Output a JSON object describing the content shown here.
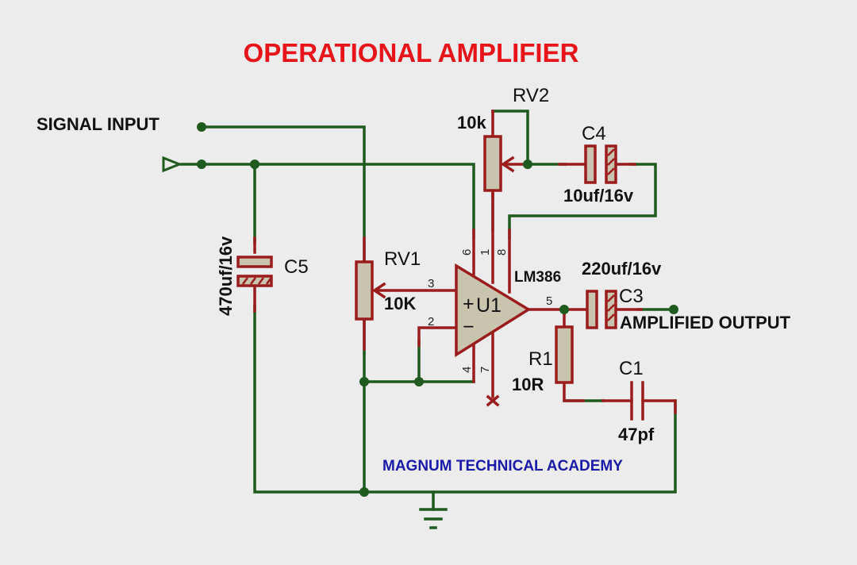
{
  "title": "OPERATIONAL AMPLIFIER",
  "labels": {
    "signal_input": "SIGNAL INPUT",
    "amplified_output": "AMPLIFIED OUTPUT",
    "brand": "MAGNUM TECHNICAL ACADEMY"
  },
  "components": {
    "rv1": {
      "ref": "RV1",
      "value": "10K"
    },
    "rv2": {
      "ref": "RV2",
      "value": "10k"
    },
    "c1": {
      "ref": "C1",
      "value": "47pf"
    },
    "c3": {
      "ref": "C3",
      "value": "220uf/16v"
    },
    "c4": {
      "ref": "C4",
      "value": "10uf/16v"
    },
    "c5": {
      "ref": "C5",
      "value": "470uf/16v"
    },
    "r1": {
      "ref": "R1",
      "value": "10R"
    },
    "u1": {
      "ref": "U1",
      "part": "LM386",
      "plus": "+",
      "minus": "−"
    }
  },
  "pins": {
    "p1": "1",
    "p2": "2",
    "p3": "3",
    "p4": "4",
    "p5": "5",
    "p6": "6",
    "p7": "7",
    "p8": "8"
  },
  "colors": {
    "wire": "#1f5a1f",
    "component": "#9b1c1c",
    "component_fill": "#c9c4ad",
    "title": "#e8141a",
    "brand": "#1a1aa8",
    "background": "#ececec"
  }
}
